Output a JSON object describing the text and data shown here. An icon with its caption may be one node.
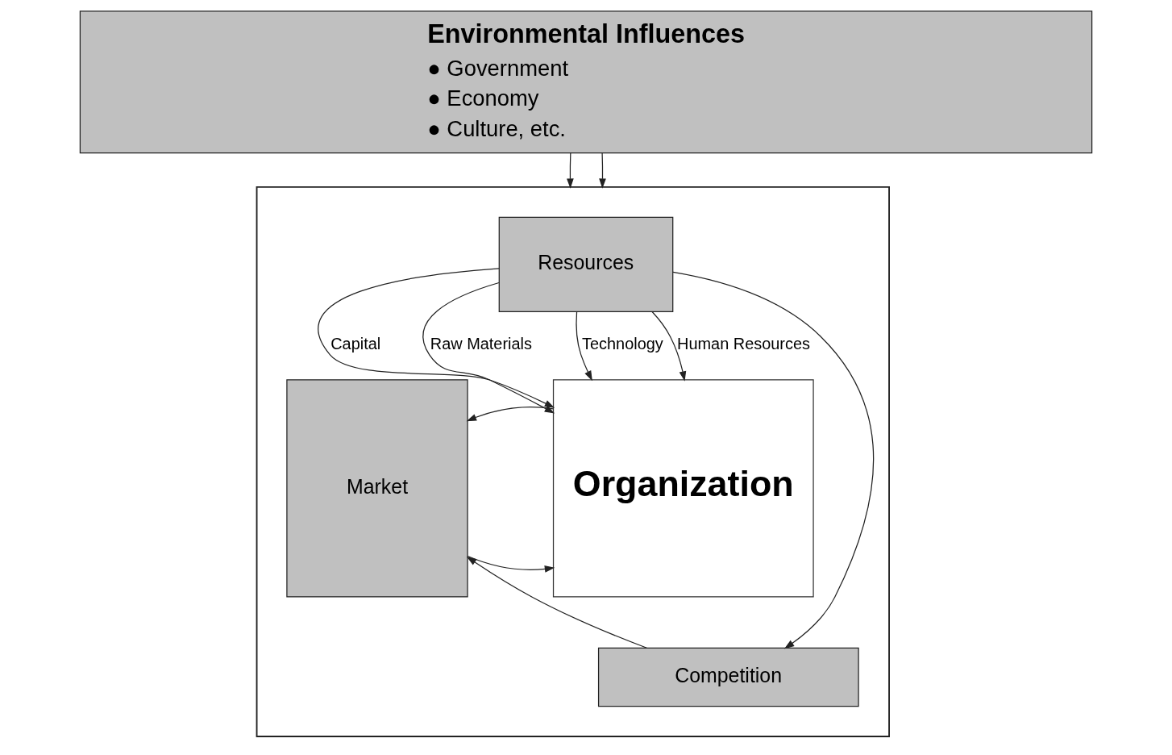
{
  "diagram": {
    "nodes": [
      {
        "text": [
          "Environmental Influences",
          "● Government",
          "● Economy",
          "● Culture, etc."
        ]
      },
      {
        "text": [],
        "shape": "box"
      },
      {
        "text": [
          "Resources"
        ],
        "in": 1
      },
      {
        "text": [
          "Organization"
        ],
        "in": 1
      },
      {
        "text": [
          "Market"
        ],
        "in": 1
      },
      {
        "text": [
          "Competition"
        ],
        "in": 1
      }
    ],
    "edges": [
      {
        "from": 0,
        "to": 1,
        "arrow": "to"
      },
      {
        "from": 0,
        "to": 1,
        "arrow": "to"
      },
      {
        "from": 2,
        "to": 3,
        "label": "Capital",
        "arrow": "to"
      },
      {
        "from": 2,
        "to": 3,
        "label": "Raw Materials",
        "arrow": "to"
      },
      {
        "from": 2,
        "to": 3,
        "label": "Technology",
        "arrow": "to"
      },
      {
        "from": 2,
        "to": 3,
        "label": "Human Resources",
        "arrow": "to"
      },
      {
        "from": 2,
        "to": 5,
        "arrow": "to"
      },
      {
        "from": 4,
        "to": 3,
        "arrow": "to"
      },
      {
        "from": 3,
        "to": 4,
        "arrow": "to"
      },
      {
        "from": 5,
        "to": 4,
        "arrow": "to"
      }
    ]
  }
}
